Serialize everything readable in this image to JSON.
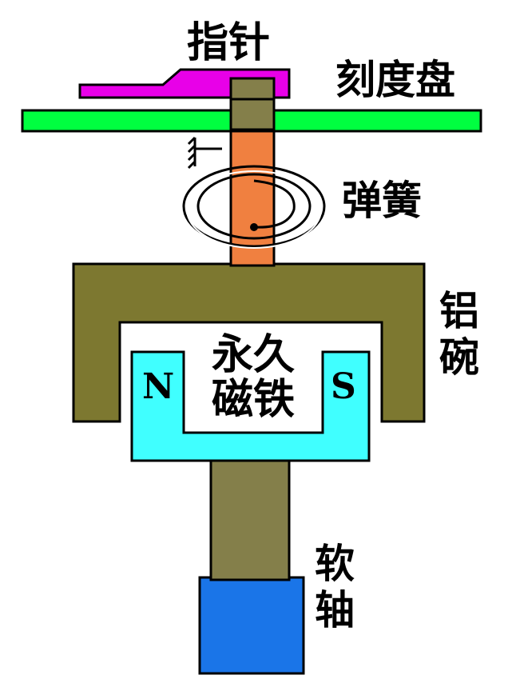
{
  "labels": {
    "pointer": "指针",
    "dial": "刻度盘",
    "spring": "弹簧",
    "aluminum_cup": "铝碗",
    "magnet_line1": "永久",
    "magnet_line2": "磁铁",
    "pole_n": "N",
    "pole_s": "S",
    "soft_shaft": "软轴"
  },
  "colors": {
    "pointer": "#e800e8",
    "dial": "#00ff40",
    "upper_shaft": "#847f4a",
    "spring_shaft": "#f08040",
    "aluminum_cup": "#7d7830",
    "magnet": "#40ffff",
    "lower_shaft": "#847f4a",
    "soft_shaft": "#1a75e8"
  }
}
